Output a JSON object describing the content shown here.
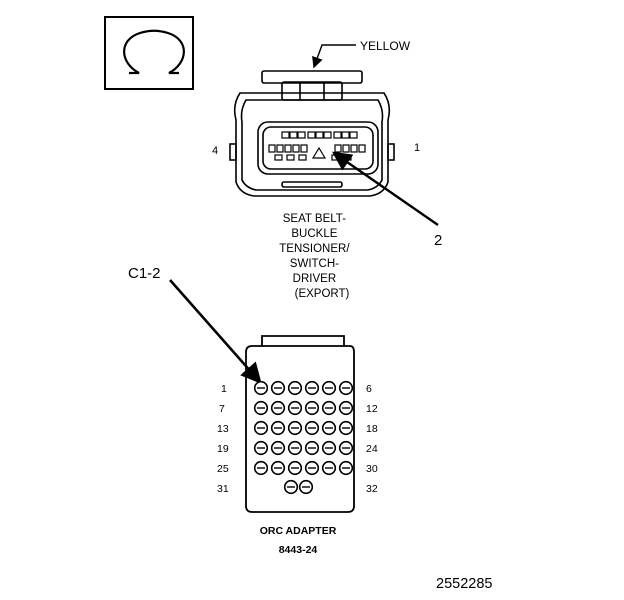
{
  "symbol": {
    "icon": "omega-icon",
    "glyph": "Ω"
  },
  "top_connector": {
    "color_label": "YELLOW",
    "pin_left": "4",
    "pin_right": "1",
    "callout": "2",
    "name_lines": [
      "SEAT BELT-",
      "BUCKLE",
      "TENSIONER/",
      "SWITCH-",
      "DRIVER",
      "(EXPORT)"
    ]
  },
  "adapter": {
    "callout": "C1-2",
    "left_labels": [
      "1",
      "7",
      "13",
      "19",
      "25",
      "31"
    ],
    "right_labels": [
      "6",
      "12",
      "18",
      "24",
      "30",
      "32"
    ],
    "name": "ORC ADAPTER",
    "part_number": "8443-24"
  },
  "figure_id": "2552285"
}
